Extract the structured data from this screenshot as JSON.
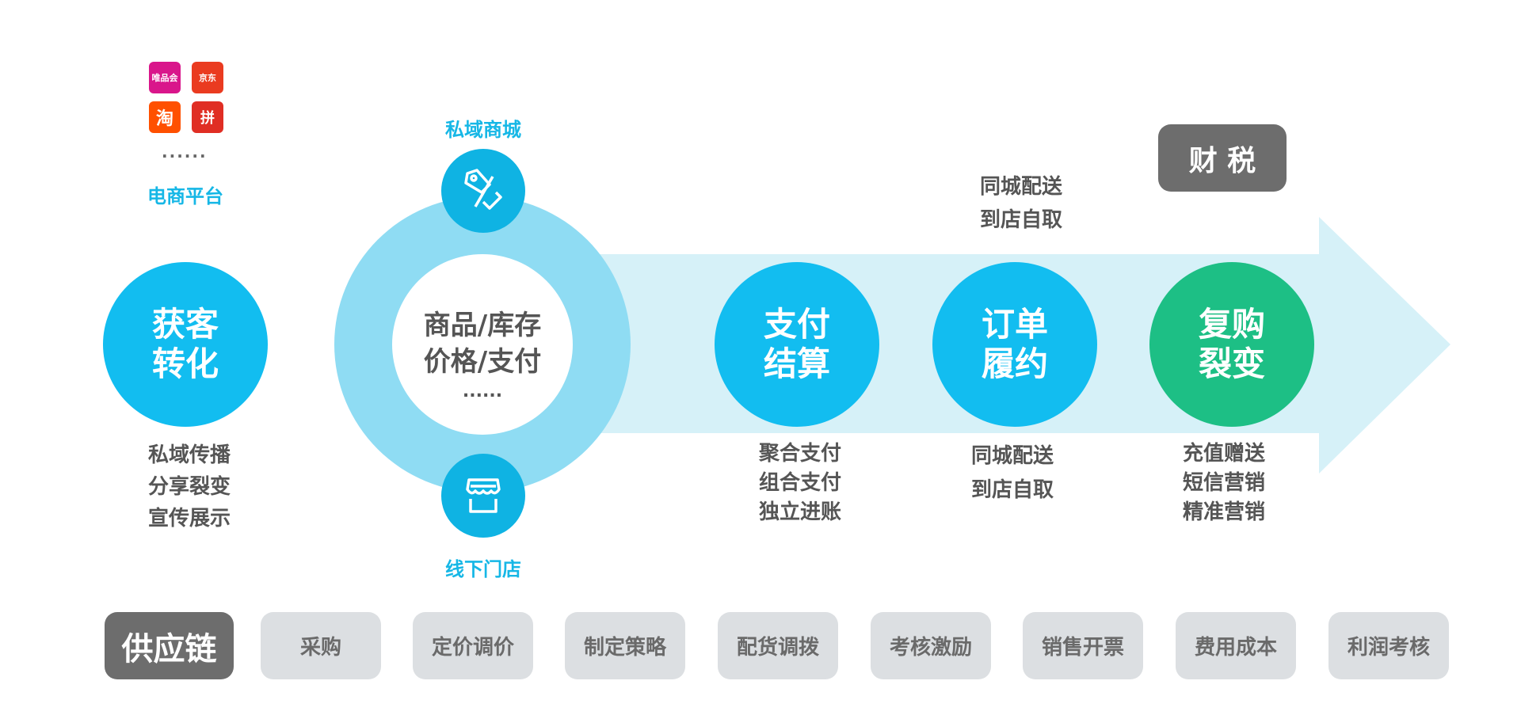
{
  "platforms": {
    "logos": [
      {
        "name": "唯品会",
        "color": "#d9168b"
      },
      {
        "name": "京东",
        "color": "#ea3b20"
      },
      {
        "name": "淘",
        "color": "#ff5000"
      },
      {
        "name": "拼",
        "color": "#e02e24"
      }
    ],
    "dots": "......",
    "label": "电商平台"
  },
  "acquire": {
    "line1": "获客",
    "line2": "转化",
    "items": [
      "私域传播",
      "分享裂变",
      "宣传展示"
    ]
  },
  "hub": {
    "top_label": "私域商城",
    "bottom_label": "线下门店",
    "line1": "商品/库存",
    "line2": "价格/支付",
    "line3": "......"
  },
  "pay": {
    "line1": "支付",
    "line2": "结算",
    "items": [
      "聚合支付",
      "组合支付",
      "独立进账"
    ]
  },
  "order": {
    "line1": "订单",
    "line2": "履约",
    "items": [
      "同城配送",
      "到店自取"
    ],
    "top_items": [
      "同城配送",
      "到店自取"
    ]
  },
  "repurchase": {
    "line1": "复购",
    "line2": "裂变",
    "items": [
      "充值赠送",
      "短信营销",
      "精准营销"
    ]
  },
  "tax": {
    "label": "财 税"
  },
  "bottom": {
    "title": "供应链",
    "items": [
      "采购",
      "定价调价",
      "制定策略",
      "配货调拨",
      "考核激励",
      "销售开票",
      "费用成本",
      "利润考核"
    ]
  },
  "colors": {
    "blue": "#12bdf0",
    "green": "#1dbf85",
    "ring": "#8fdcf3",
    "arrow": "#d6f1f8",
    "gray": "#6d6d6d"
  }
}
